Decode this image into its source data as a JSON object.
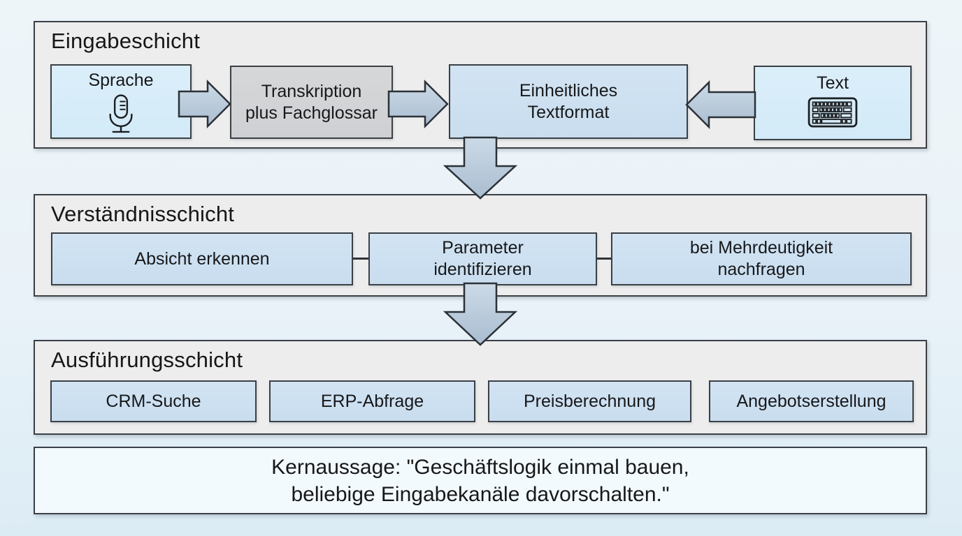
{
  "layers": {
    "input": {
      "title": "Eingabeschicht",
      "boxes": {
        "sprache": {
          "label": "Sprache",
          "icon": "microphone-icon"
        },
        "transkription": {
          "line1": "Transkription",
          "line2": "plus Fachglossar"
        },
        "format": {
          "line1": "Einheitliches",
          "line2": "Textformat"
        },
        "text": {
          "label": "Text",
          "icon": "keyboard-icon"
        }
      }
    },
    "understanding": {
      "title": "Verständnisschicht",
      "boxes": {
        "absicht": {
          "label": "Absicht erkennen"
        },
        "parameter": {
          "line1": "Parameter",
          "line2": "identifizieren"
        },
        "nachfragen": {
          "line1": "bei Mehrdeutigkeit",
          "line2": "nachfragen"
        }
      }
    },
    "execution": {
      "title": "Ausführungsschicht",
      "boxes": {
        "crm": {
          "label": "CRM-Suche"
        },
        "erp": {
          "label": "ERP-Abfrage"
        },
        "preis": {
          "label": "Preisberechnung"
        },
        "angebot": {
          "label": "Angebotserstellung"
        }
      }
    }
  },
  "note": {
    "line1": "Kernaussage: \"Geschäftslogik einmal bauen,",
    "line2": "beliebige Eingabekanäle davorschalten.\""
  },
  "flow_arrows": [
    "sprache-to-transkription-right",
    "transkription-to-format-right",
    "text-to-format-left",
    "format-to-verstaendnis-down",
    "verstaendnis-to-ausfuehrung-down"
  ],
  "colors": {
    "page_bg_top": "#eef5f9",
    "page_bg_bottom": "#dcecf5",
    "layer_bg": "#ededee",
    "border": "#3a4046",
    "box_blue_light": "#d7edfa",
    "box_blue": "#cde0f1",
    "box_gray": "#d3d4d6",
    "note_bg": "#f3fafd",
    "arrow_fill_top": "#ccdae7",
    "arrow_fill_bottom": "#a9bdd0",
    "text": "#17181a"
  }
}
